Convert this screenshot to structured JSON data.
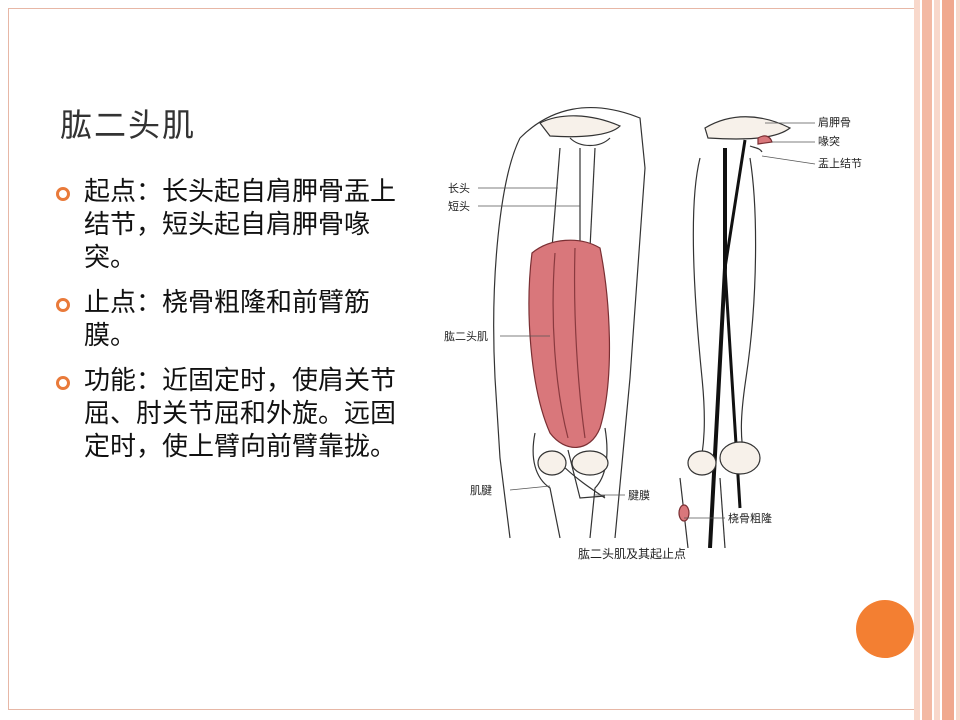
{
  "slide": {
    "title": "肱二头肌",
    "bullets": [
      {
        "text": "起点：长头起自肩胛骨盂上结节，短头起自肩胛骨喙突。"
      },
      {
        "text": "止点：桡骨粗隆和前臂筋膜。"
      },
      {
        "text": "功能：近固定时，使肩关节屈、肘关节屈和外旋。远固定时，使上臂向前臂靠拢。"
      }
    ]
  },
  "figure": {
    "caption": "肱二头肌及其起止点",
    "labels": {
      "long_head": "长头",
      "short_head": "短头",
      "muscle": "肱二头肌",
      "tendon": "肌腱",
      "aponeurosis": "腱膜",
      "scapula": "肩胛骨",
      "coracoid": "喙突",
      "supraglenoid": "盂上结节",
      "radial_tuberosity": "桡骨粗隆"
    }
  },
  "colors": {
    "accent": "#f37f32",
    "stripe1": "#f6c9b8",
    "stripe2": "#f0a98e",
    "muscle": "#d9777b"
  }
}
